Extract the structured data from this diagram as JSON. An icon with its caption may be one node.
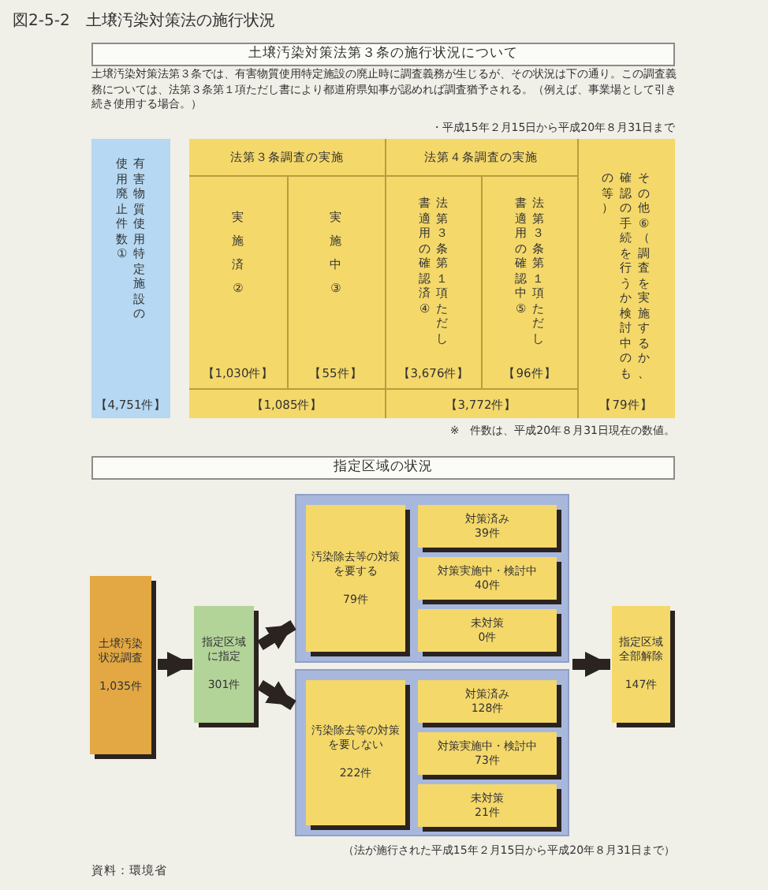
{
  "diagram": {
    "title": "図2-5-2　土壌汚染対策法の施行状況",
    "nodes": [
      {
        "text": [
          "土壌汚染対策法第３条の施行状況について"
        ]
      },
      {
        "text": [
          "指定区域の状況"
        ]
      },
      {
        "text": [
          "土壌汚染状況調査",
          "1,035件"
        ]
      },
      {
        "text": [
          "指定区域に指定",
          "301件"
        ]
      },
      {
        "text": [],
        "shape": "box"
      },
      {
        "text": [
          "汚染除去等の対策を要する",
          "79件"
        ],
        "in": 4
      },
      {
        "text": [
          "対策済み",
          "39件"
        ],
        "in": 4
      },
      {
        "text": [
          "対策実施中・検討中",
          "40件"
        ],
        "in": 4
      },
      {
        "text": [
          "未対策",
          "0件"
        ],
        "in": 4
      },
      {
        "text": [],
        "shape": "box"
      },
      {
        "text": [
          "汚染除去等の対策を要しない",
          "222件"
        ],
        "in": 9
      },
      {
        "text": [
          "対策済み",
          "128件"
        ],
        "in": 9
      },
      {
        "text": [
          "対策実施中・検討中",
          "73件"
        ],
        "in": 9
      },
      {
        "text": [
          "未対策",
          "21件"
        ],
        "in": 9
      },
      {
        "text": [
          "指定区域全部解除",
          "147件"
        ]
      }
    ],
    "edges": [
      {
        "from": 2,
        "to": 3,
        "arrow": "to"
      },
      {
        "from": 3,
        "to": 4,
        "arrow": "to"
      },
      {
        "from": 3,
        "to": 9,
        "arrow": "to"
      },
      {
        "from": 9,
        "to": 14,
        "arrow": "to"
      }
    ],
    "labels": [
      "土壌汚染対策法第３条では、有害物質使用特定施設の廃止時に調査義務が生じるが、その状況は下の通り。この調査義務については、法第３条第１項ただし書により都道府県知事が認めれば調査猶予される。（例えば、事業場として引き続き使用する場合。）",
      "・平成15年２月15日から平成20年８月31日まで",
      "有害物質使用特定施設の使用廃止件数 ①",
      "法第３条調査の実施",
      "法第４条調査の実施",
      "その他 ⑥（調査を実施するか、確認の手続を行うか検討中のもの等）",
      "実施済 ②",
      "実施中 ③",
      "法第３条第１項ただし書適用の確認済 ④",
      "法第３条第１項ただし書適用の確認中 ⑤",
      "【1,030件】",
      "【55件】",
      "【3,676件】",
      "【96件】",
      "【4,751件】",
      "【1,085件】",
      "【3,772件】",
      "【79件】",
      "※　件数は、平成20年８月31日現在の数値。",
      "（法が施行された平成15年２月15日から平成20年８月31日まで）",
      "資料：環境省"
    ]
  }
}
